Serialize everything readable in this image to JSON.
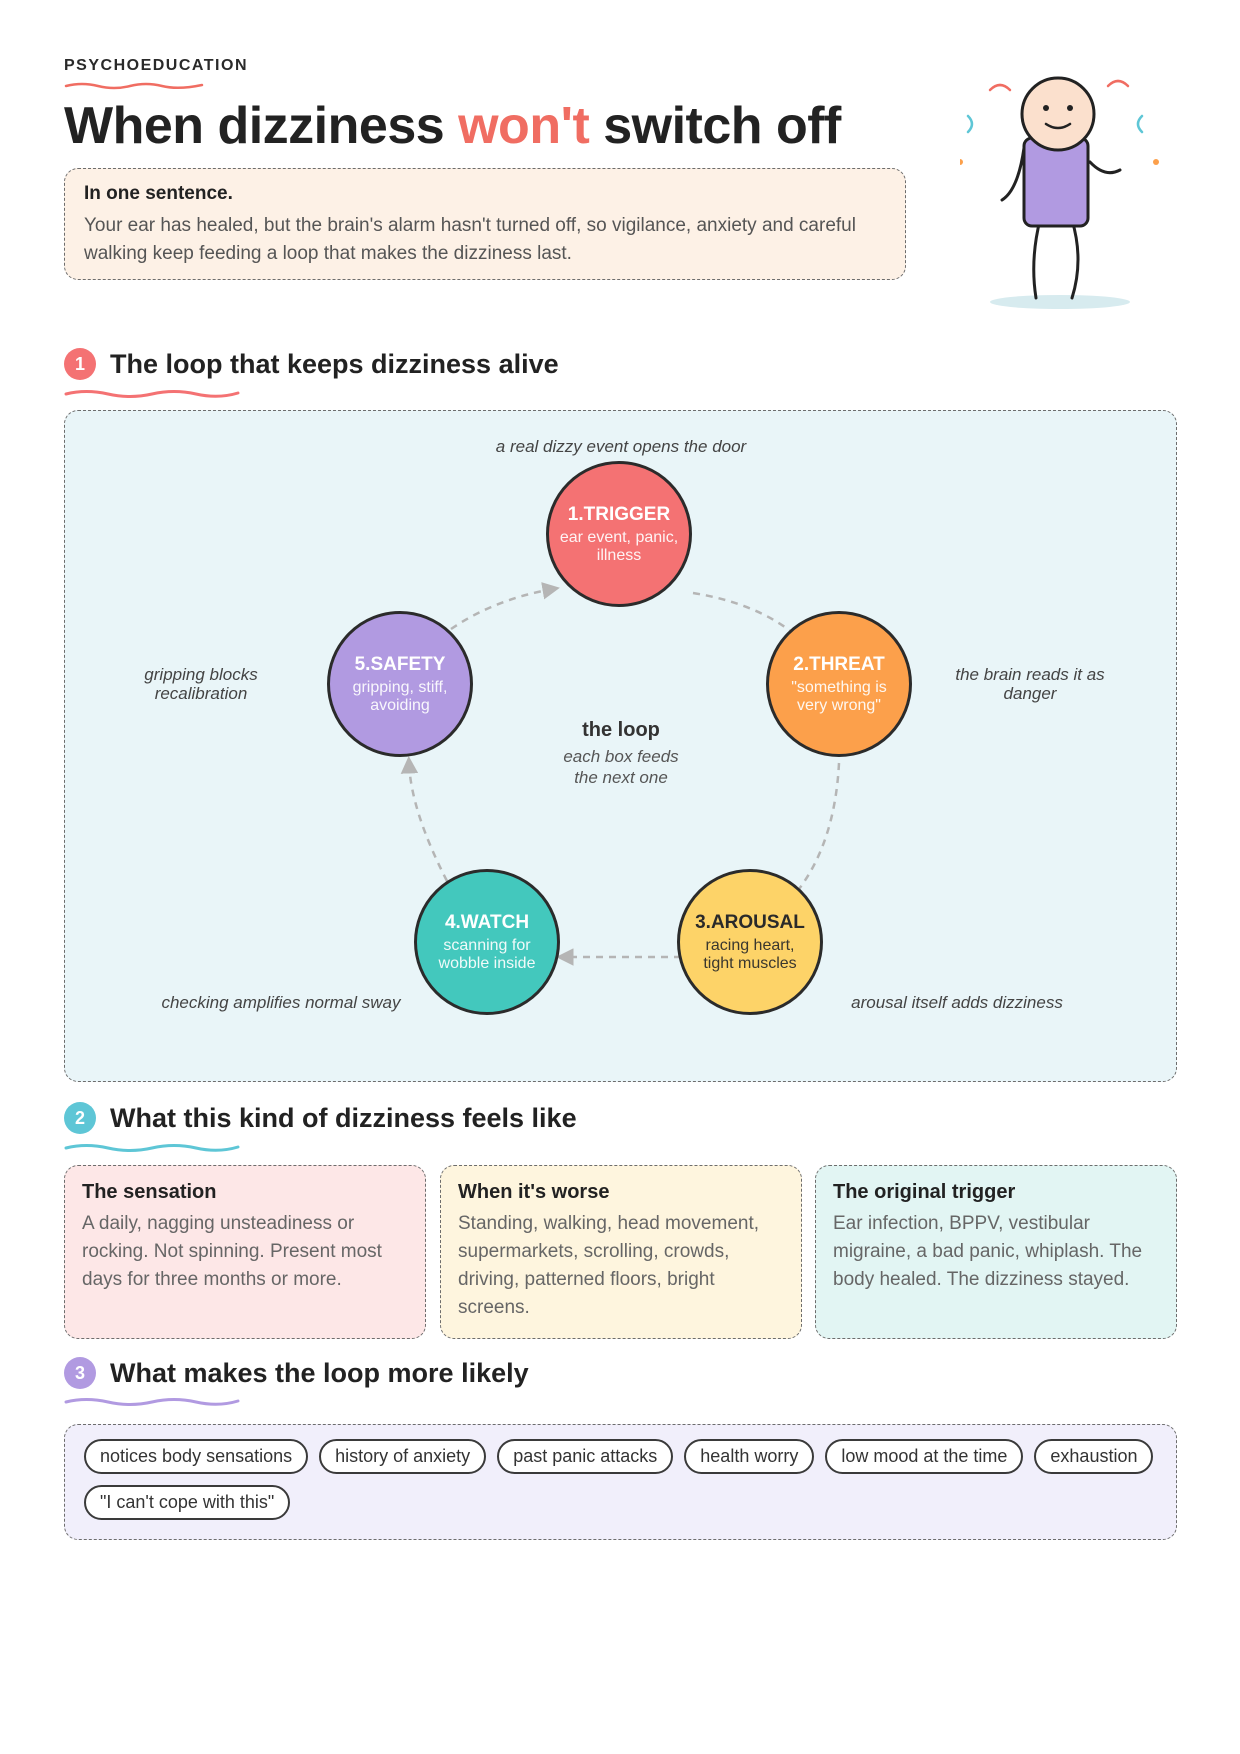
{
  "header": {
    "eyebrow": "PSYCHOEDUCATION",
    "title_part1": "When dizziness ",
    "title_accent": "won't",
    "title_part2": " switch off"
  },
  "summary": {
    "lead": "In one sentence.",
    "body": "Your ear has healed, but the brain's alarm hasn't turned off, so vigilance, anxiety and careful walking keep feeding a loop that makes the dizziness last."
  },
  "section1": {
    "number": "1",
    "title": "The loop that keeps dizziness alive",
    "center_title": "the loop",
    "center_sub": "each box feeds the next one",
    "nodes": [
      {
        "title": "1.TRIGGER",
        "desc": "ear event, panic, illness",
        "note": "a real dizzy event opens the door",
        "color": "#f47273"
      },
      {
        "title": "2.THREAT",
        "desc": "\"something is very wrong\"",
        "note": "the brain reads it as danger",
        "color": "#fca04b"
      },
      {
        "title": "3.AROUSAL",
        "desc": "racing heart, tight muscles",
        "note": "arousal itself adds dizziness",
        "color": "#fdd368"
      },
      {
        "title": "4.WATCH",
        "desc": "scanning for wobble inside",
        "note": "checking amplifies normal sway",
        "color": "#43c8bd"
      },
      {
        "title": "5.SAFETY",
        "desc": "gripping, stiff, avoiding",
        "note": "gripping blocks recalibration",
        "color": "#b19ae1"
      }
    ]
  },
  "section2": {
    "number": "2",
    "title": "What this kind of dizziness feels like",
    "cards": [
      {
        "title": "The sensation",
        "body": "A daily, nagging unsteadiness or rocking. Not spinning. Present most days for three months or more.",
        "color": "#fde7e7"
      },
      {
        "title": "When it's worse",
        "body": "Standing, walking, head movement, supermarkets, scrolling, crowds, driving, patterned floors, bright screens.",
        "color": "#fef5de"
      },
      {
        "title": "The original trigger",
        "body": "Ear infection, BPPV, vestibular migraine, a bad panic, whiplash. The body healed. The dizziness stayed.",
        "color": "#e2f5f3"
      }
    ]
  },
  "section3": {
    "number": "3",
    "title": "What makes the loop more likely",
    "chips": [
      "notices body sensations",
      "history of anxiety",
      "past panic attacks",
      "health worry",
      "low mood at the time",
      "exhaustion",
      "\"I can't cope with this\""
    ]
  },
  "colors": {
    "accent_red": "#f06d62",
    "section1": "#f47273",
    "section2": "#5ec6d6",
    "section3": "#b19ae1"
  }
}
